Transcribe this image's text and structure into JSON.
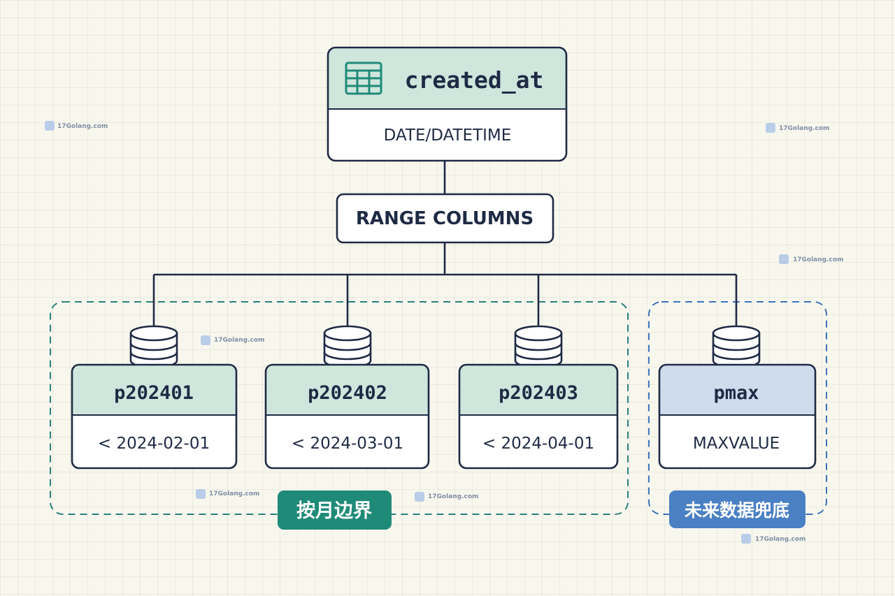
{
  "root": {
    "title": "created_at",
    "type": "DATE/DATETIME",
    "icon": "table-grid-icon"
  },
  "method": {
    "label": "RANGE COLUMNS"
  },
  "partitions": [
    {
      "name": "p202401",
      "bound": "< 2024-02-01",
      "icon": "database-icon"
    },
    {
      "name": "p202402",
      "bound": "< 2024-03-01",
      "icon": "database-icon"
    },
    {
      "name": "p202403",
      "bound": "< 2024-04-01",
      "icon": "database-icon"
    },
    {
      "name": "pmax",
      "bound": "MAXVALUE",
      "icon": "database-icon"
    }
  ],
  "groups": {
    "monthly": {
      "label": "按月边界"
    },
    "future": {
      "label": "未来数据兜底"
    }
  },
  "watermark": {
    "text": "17Golang.com"
  },
  "colors": {
    "teal_header": "#cfe6dd",
    "teal_accent": "#1f8a78",
    "teal_dash": "#2a7f7a",
    "blue_header": "#cfdcee",
    "blue_accent": "#4a80c4",
    "blue_dash": "#3d73b9",
    "outline": "#1f2a44",
    "background": "#f8f7ee"
  }
}
